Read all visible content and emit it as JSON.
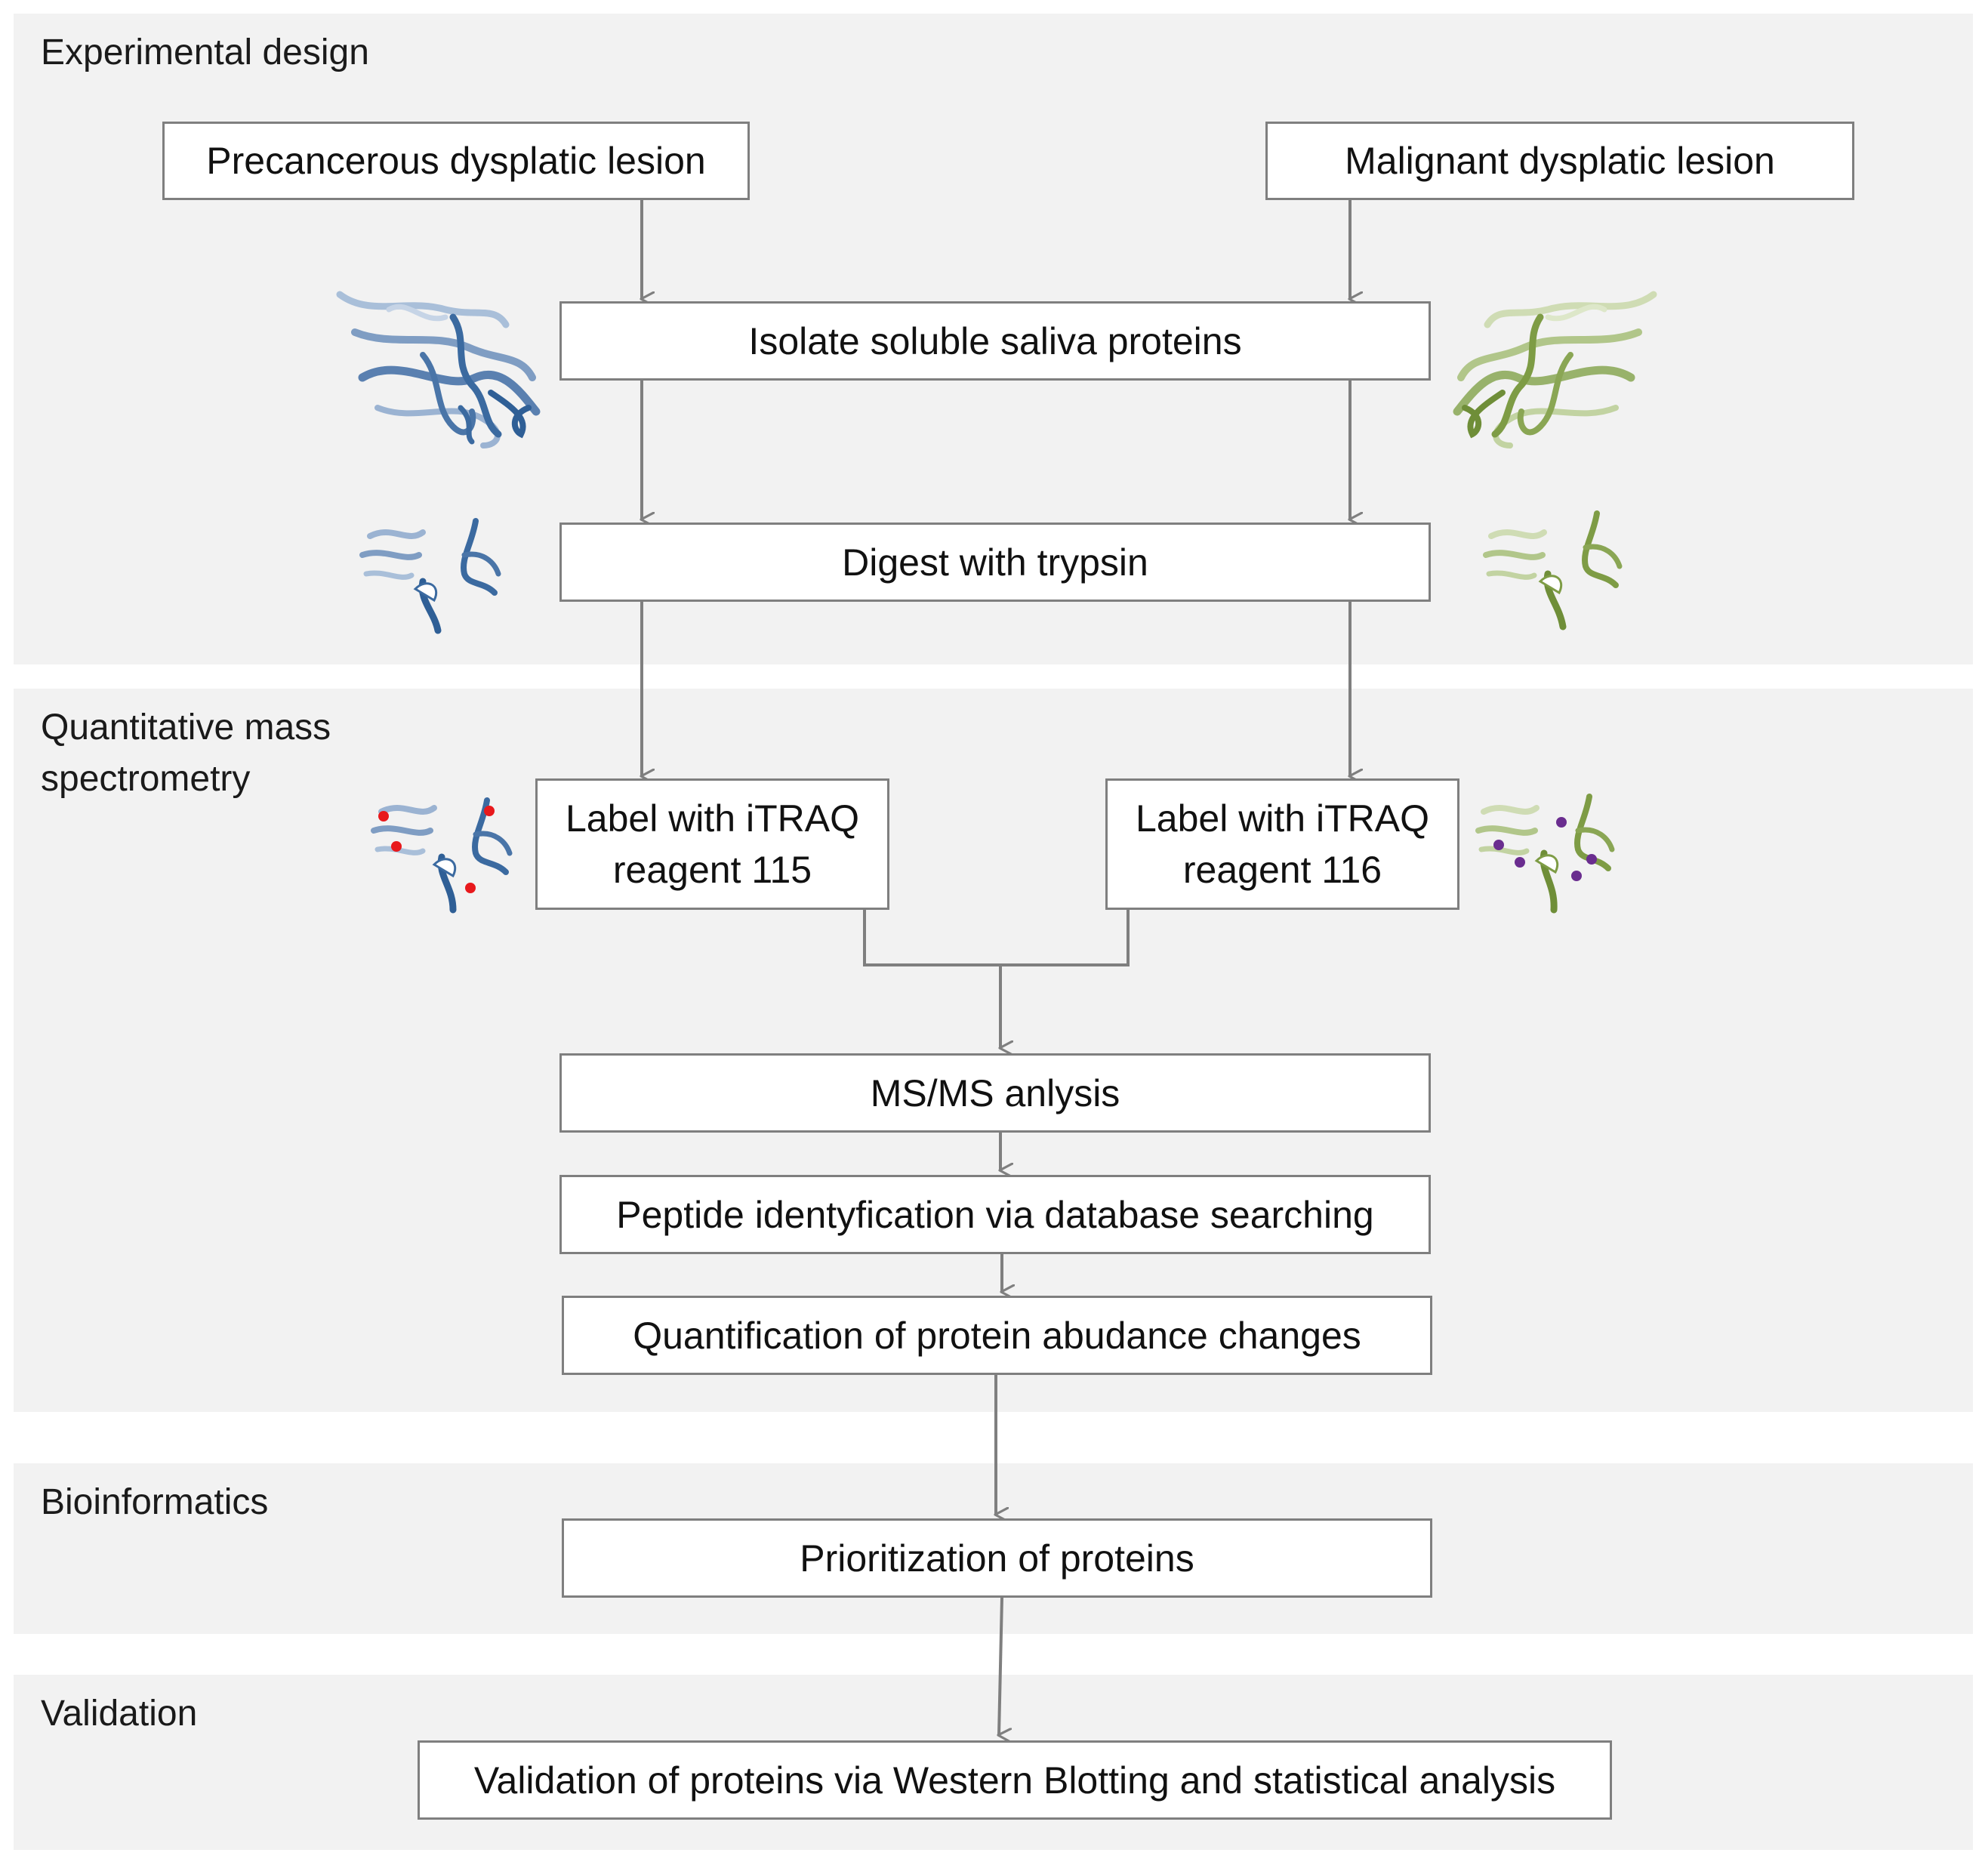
{
  "colors": {
    "section_bg": "#f2f2f2",
    "box_border": "#7f7f7f",
    "arrow": "#7f7f7f",
    "precancerous_protein": "#3b6aa0",
    "malignant_protein": "#7e9c45",
    "label_115_dot": "#e8191c",
    "label_116_dot": "#6a2d8f"
  },
  "sections": {
    "experimental_design": "Experimental design",
    "quantitative_ms": "Quantitative mass\nspectrometry",
    "bioinformatics": "Bioinformatics",
    "validation": "Validation"
  },
  "boxes": {
    "precancerous": "Precancerous dysplatic lesion",
    "malignant": "Malignant dysplatic lesion",
    "isolate": "Isolate soluble saliva proteins",
    "digest": "Digest with trypsin",
    "label115": "Label with iTRAQ\nreagent 115",
    "label116": "Label with iTRAQ\nreagent 116",
    "msms": "MS/MS anlysis",
    "peptide_id": "Peptide identyfication via database searching",
    "quantification": "Quantification of protein abudance changes",
    "prioritization": "Prioritization of proteins",
    "validation_step": "Validation of proteins via Western Blotting and statistical analysis"
  },
  "icons": [
    "precancerous-protein-structure-icon",
    "malignant-protein-structure-icon",
    "precancerous-peptide-fragments-icon",
    "malignant-peptide-fragments-icon",
    "labeled-peptides-115-icon",
    "labeled-peptides-116-icon"
  ]
}
